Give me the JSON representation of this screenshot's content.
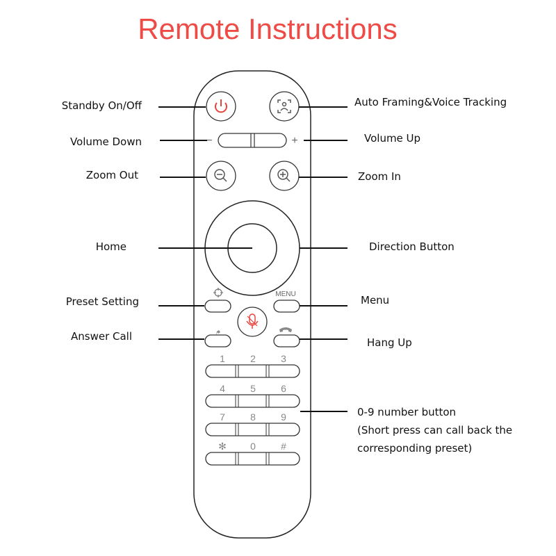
{
  "title": "Remote Instructions",
  "labels": {
    "standby": "Standby On/Off",
    "auto_framing": "Auto Framing&Voice Tracking",
    "volume_down": "Volume Down",
    "volume_up": "Volume Up",
    "zoom_out": "Zoom Out",
    "zoom_in": "Zoom In",
    "home": "Home",
    "direction": "Direction Button",
    "preset": "Preset Setting",
    "menu": "Menu",
    "answer": "Answer Call",
    "hangup": "Hang Up",
    "numbers": "0-9 number button",
    "numbers_note_1": "(Short press can call back the",
    "numbers_note_2": "corresponding preset)"
  },
  "remote": {
    "menu_text": "MENU",
    "vol_minus": "−",
    "vol_plus": "+",
    "keys": [
      [
        "1",
        "2",
        "3"
      ],
      [
        "4",
        "5",
        "6"
      ],
      [
        "7",
        "8",
        "9"
      ],
      [
        "✻",
        "0",
        "#"
      ]
    ]
  },
  "colors": {
    "title": "#ee4b47",
    "power": "#e8423c",
    "mic": "#e8423c",
    "outline": "#222222"
  },
  "icons": [
    "power-icon",
    "auto-framing-icon",
    "zoom-out-icon",
    "zoom-in-icon",
    "crosshair-icon",
    "microphone-icon",
    "phone-answer-icon",
    "phone-hangup-icon"
  ]
}
